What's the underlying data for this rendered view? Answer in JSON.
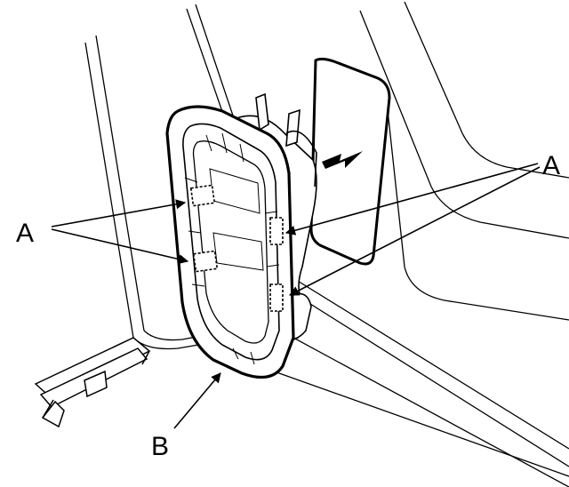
{
  "labels": {
    "left_a": "A",
    "right_a": "A",
    "bottom_b": "B"
  },
  "colors": {
    "ink": "#000000",
    "paper": "#ffffff"
  }
}
